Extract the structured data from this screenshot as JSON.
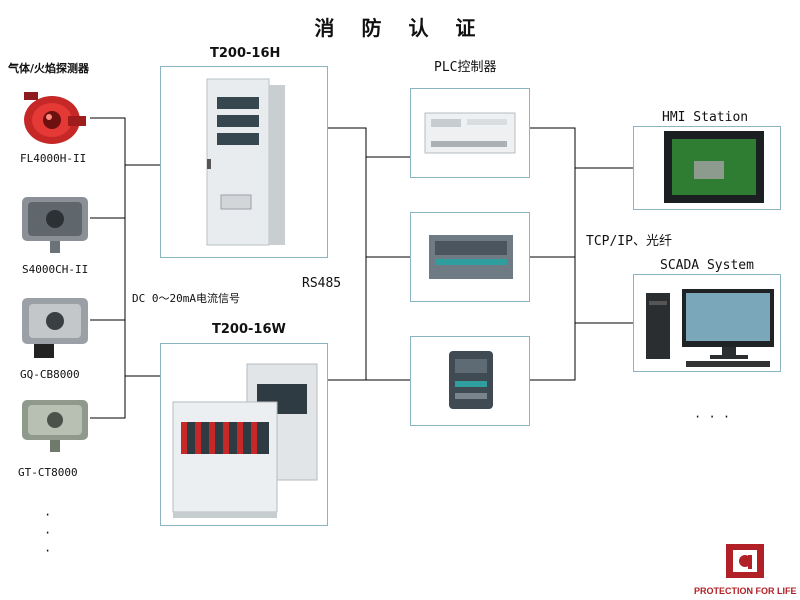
{
  "title": "消 防 认 证",
  "detectors_header": "气体/火焰探测器",
  "detectors": [
    {
      "label": "FL4000H-II"
    },
    {
      "label": "S4000CH-II"
    },
    {
      "label": "GQ-CB8000"
    },
    {
      "label": "GT-CT8000"
    }
  ],
  "detectors_more": "·\n·\n·",
  "signal_label": "DC 0～20mA电流信号",
  "controllers": {
    "t200_16h": "T200-16H",
    "t200_16w": "T200-16W"
  },
  "rs485_label": "RS485",
  "plc_label": "PLC控制器",
  "network_label": "TCP/IP、光纤",
  "hmi_label": "HMI Station",
  "scada_label": "SCADA System",
  "more_systems": "· · ·",
  "brand_text": "PROTECTION FOR LIFE",
  "colors": {
    "box_border": "#8ab4c2",
    "wire": "#000000",
    "brand_red": "#b22027",
    "detector_red": "#c62828"
  }
}
